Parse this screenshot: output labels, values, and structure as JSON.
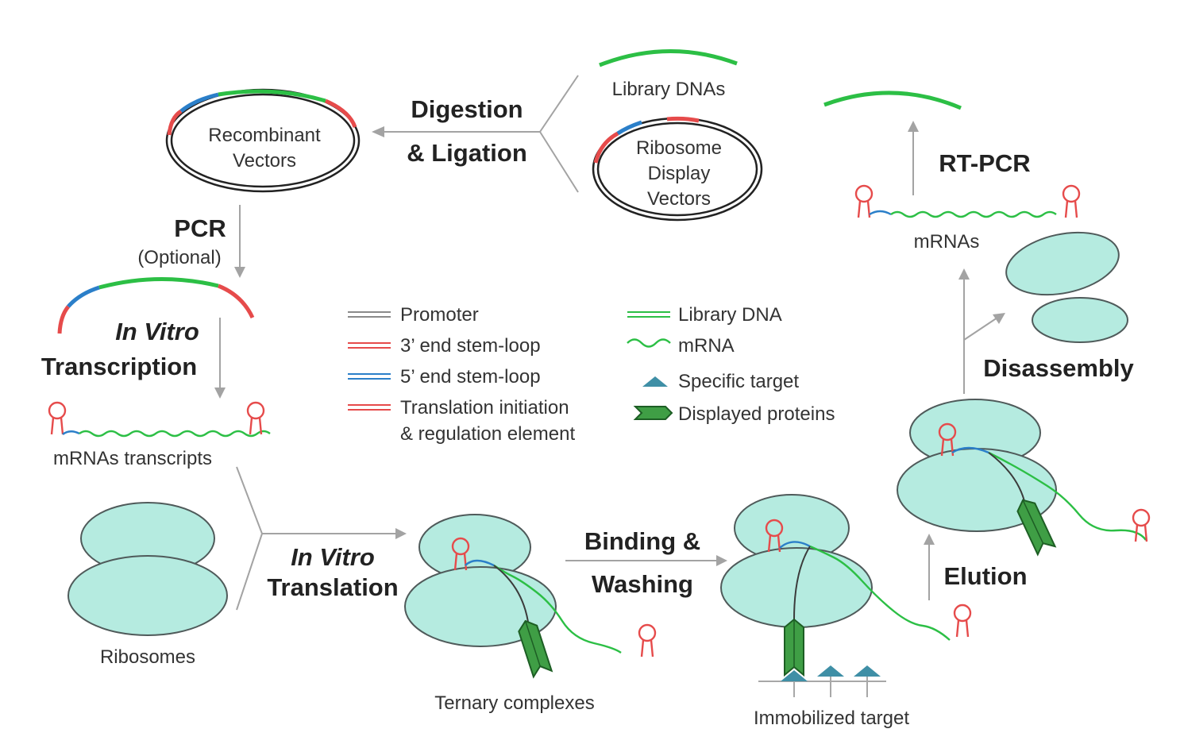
{
  "steps": {
    "digestion": "Digestion",
    "ligation": "& Ligation",
    "pcr": "PCR",
    "pcr_optional": "(Optional)",
    "in_vitro_1": "In Vitro",
    "transcription": "Transcription",
    "in_vitro_2": "In Vitro",
    "translation": "Translation",
    "binding": "Binding &",
    "washing": "Washing",
    "elution": "Elution",
    "disassembly": "Disassembly",
    "rt_pcr": "RT-PCR"
  },
  "labels": {
    "library_dnas": "Library DNAs",
    "recombinant_1": "Recombinant",
    "recombinant_2": "Vectors",
    "ribosome_display_1": "Ribosome",
    "ribosome_display_2": "Display",
    "ribosome_display_3": "Vectors",
    "mrnas_transcripts": "mRNAs transcripts",
    "ribosomes": "Ribosomes",
    "ternary_complexes": "Ternary complexes",
    "immobilized_target": "Immobilized target",
    "mrnas": "mRNAs"
  },
  "legend": {
    "promoter": "Promoter",
    "end3": "3’ end stem-loop",
    "end5": "5’ end stem-loop",
    "translation_1": "Translation initiation",
    "translation_2": "& regulation element",
    "library_dna": "Library DNA",
    "mrna": "mRNA",
    "specific_target": "Specific target",
    "displayed_proteins": "Displayed proteins"
  },
  "colors": {
    "promoter": "#8a8a8a",
    "stem_loop_3": "#e64b4b",
    "stem_loop_5": "#2b7fc9",
    "translation_element": "#e64b4b",
    "library_dna": "#2cbf45",
    "mrna": "#2cbf45",
    "specific_target": "#3f8fa6",
    "displayed_protein": "#3f9e45",
    "ribosome": "#b5ebe0",
    "arrow": "#a3a3a3"
  }
}
